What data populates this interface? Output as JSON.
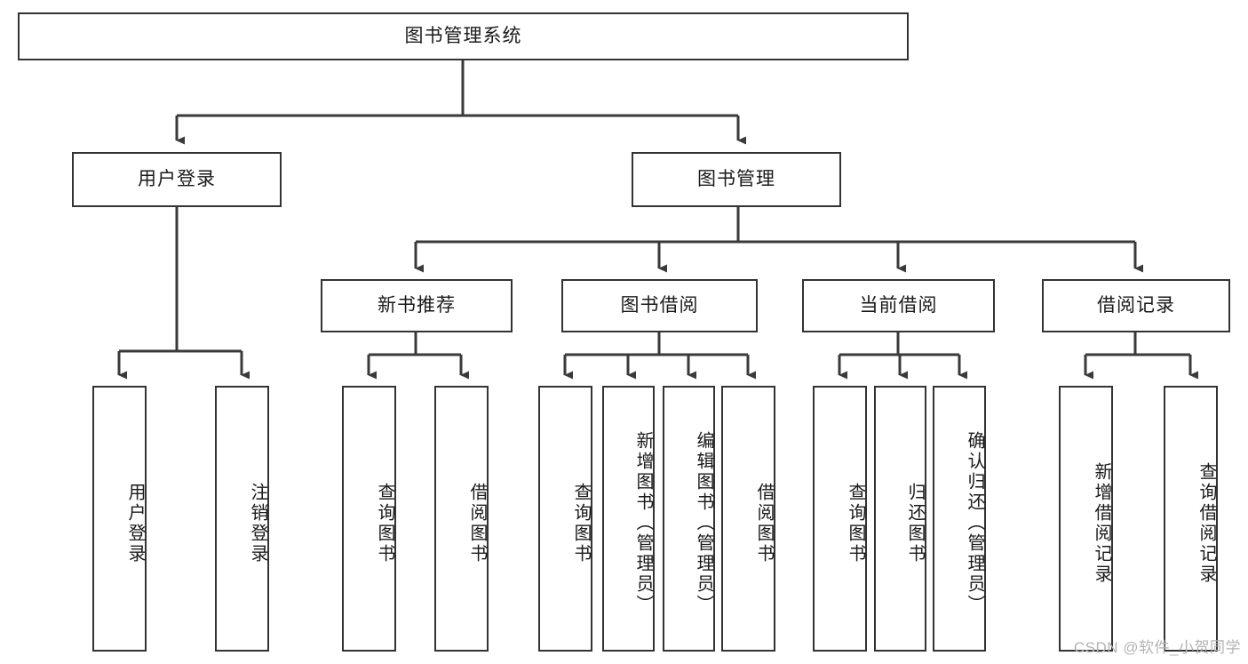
{
  "diagram": {
    "title": "图书管理系统",
    "type": "tree-hierarchy-chart",
    "root": {
      "label": "图书管理系统"
    },
    "level2": [
      {
        "label": "用户登录"
      },
      {
        "label": "图书管理"
      }
    ],
    "level3": [
      {
        "label": "新书推荐"
      },
      {
        "label": "图书借阅"
      },
      {
        "label": "当前借阅"
      },
      {
        "label": "借阅记录"
      }
    ],
    "leaves": {
      "user_login": [
        {
          "label": "用户登录"
        },
        {
          "label": "注销登录"
        }
      ],
      "new_book_recommend": [
        {
          "label": "查询图书"
        },
        {
          "label": "借阅图书"
        }
      ],
      "book_borrow": [
        {
          "label": "查询图书"
        },
        {
          "label": "新增图书（管理员）"
        },
        {
          "label": "编辑图书（管理员）"
        },
        {
          "label": "借阅图书"
        }
      ],
      "current_borrow": [
        {
          "label": "查询图书"
        },
        {
          "label": "归还图书"
        },
        {
          "label": "确认归还（管理员）"
        }
      ],
      "borrow_record": [
        {
          "label": "新增借阅记录"
        },
        {
          "label": "查询借阅记录"
        }
      ]
    }
  },
  "watermark": {
    "text": "CSDN @软件_小贺同学"
  },
  "colors": {
    "box_border": "#333333",
    "box_fill": "#ffffff",
    "connector": "#3a3a3a",
    "text": "#1a1a1a",
    "watermark": "#b3b3b3"
  }
}
